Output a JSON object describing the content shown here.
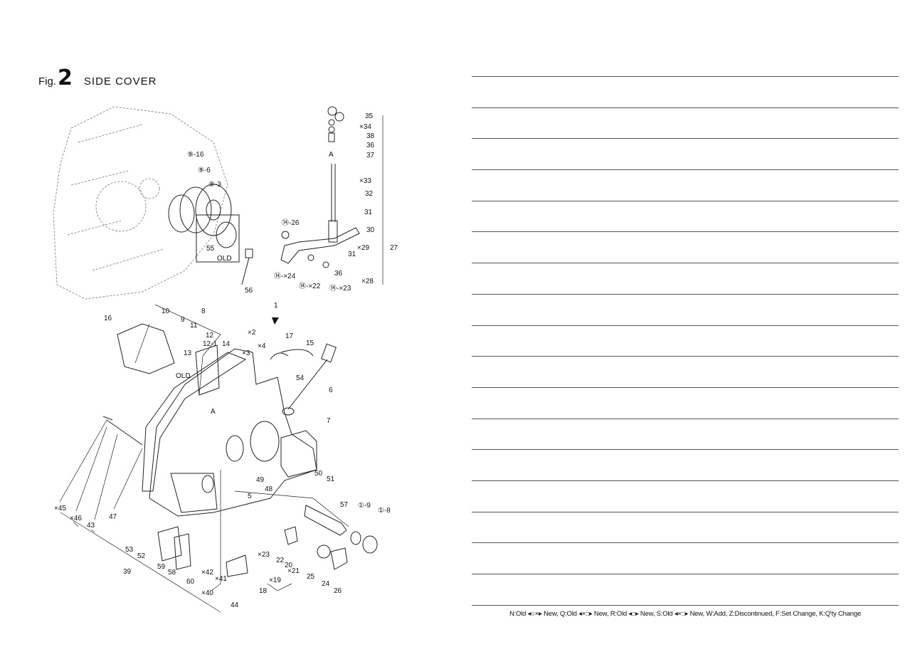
{
  "header": {
    "fig_prefix": "Fig.",
    "fig_number": "2",
    "title": "SIDE COVER"
  },
  "labels": {
    "top_left": [
      "⑨-16",
      "⑨-6",
      "⑨-3",
      "55",
      "OLD",
      "56"
    ],
    "governor": [
      "35",
      "×34",
      "38",
      "36",
      "37",
      "A",
      "×33",
      "32",
      "31",
      "30",
      "×29",
      "27",
      "31",
      "36",
      "×28",
      "⑭-26",
      "⑭-×24",
      "⑭-×22",
      "⑭-×23"
    ],
    "cover_upper": [
      "1",
      "16",
      "10",
      "9",
      "8",
      "11",
      "12",
      "12-1",
      "14",
      "13",
      "OLD",
      "×2",
      "×4",
      "×3",
      "17",
      "15",
      "54",
      "6",
      "7",
      "A"
    ],
    "cover_lower": [
      "×45",
      "×46",
      "43",
      "47",
      "53",
      "52",
      "39",
      "59",
      "58",
      "60",
      "×42",
      "×41",
      "×40",
      "44",
      "49",
      "48",
      "50",
      "51",
      "5",
      "57",
      "①-9",
      "①-8",
      "×23",
      "22",
      "20",
      "×21",
      "×19",
      "18",
      "25",
      "24",
      "26"
    ]
  },
  "notes": {
    "line_count": 17
  },
  "legend": "N:Old ◂○×▸ New,  Q:Old ◂×::▸ New,  R:Old ◂::▸ New,  S:Old ◂×::▸ New,  W:Add,  Z:Discontinued,  F:Set Change,  K:Q'ty Change"
}
